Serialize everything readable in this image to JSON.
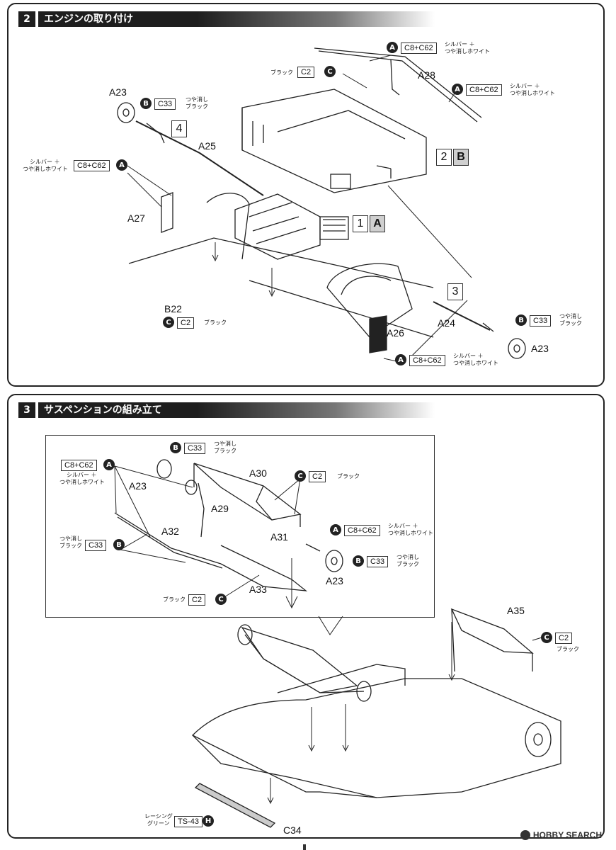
{
  "step2": {
    "number": "2",
    "title": "エンジンの取り付け",
    "parts": {
      "a23_top": "A23",
      "a25": "A25",
      "a27": "A27",
      "a28": "A28",
      "a26": "A26",
      "a24": "A24",
      "a23_right": "A23",
      "b22": "B22"
    },
    "boxes": {
      "box4": "4",
      "box2": "2",
      "boxB": "B",
      "box1": "1",
      "boxA": "A",
      "box3": "3"
    },
    "callouts": {
      "c1": {
        "letter": "A",
        "code": "C8+C62",
        "note1": "シルバー ＋",
        "note2": "つや消しホワイト"
      },
      "c2": {
        "letter": "C",
        "code": "C2",
        "note": "ブラック"
      },
      "c3": {
        "letter": "A",
        "code": "C8+C62",
        "note1": "シルバー ＋",
        "note2": "つや消しホワイト"
      },
      "c4": {
        "letter": "B",
        "code": "C33",
        "note1": "つや消し",
        "note2": "ブラック"
      },
      "c5": {
        "letter": "A",
        "code": "C8+C62",
        "note1": "シルバー ＋",
        "note2": "つや消しホワイト"
      },
      "c6": {
        "letter": "C",
        "code": "C2",
        "note": "ブラック"
      },
      "c7": {
        "letter": "B",
        "code": "C33",
        "note1": "つや消し",
        "note2": "ブラック"
      },
      "c8": {
        "letter": "A",
        "code": "C8+C62",
        "note1": "シルバー ＋",
        "note2": "つや消しホワイト"
      }
    }
  },
  "step3": {
    "number": "3",
    "title": "サスペンションの組み立て",
    "parts": {
      "a30": "A30",
      "a23_left": "A23",
      "a29": "A29",
      "a32": "A32",
      "a31": "A31",
      "a33": "A33",
      "a23_right": "A23",
      "a35": "A35",
      "c34": "C34"
    },
    "callouts": {
      "d1": {
        "letter": "B",
        "code": "C33",
        "note1": "つや消し",
        "note2": "ブラック"
      },
      "d2": {
        "letter": "A",
        "code": "C8+C62",
        "note1": "シルバー ＋",
        "note2": "つや消しホワイト"
      },
      "d3": {
        "letter": "C",
        "code": "C2",
        "note": "ブラック"
      },
      "d4": {
        "letter": "A",
        "code": "C8+C62",
        "note1": "シルバー ＋",
        "note2": "つや消しホワイト"
      },
      "d5": {
        "letter": "B",
        "code": "C33",
        "note1": "つや消し",
        "note2": "ブラック"
      },
      "d6": {
        "letter": "B",
        "code": "C33",
        "note1": "つや消し",
        "note2": "ブラック"
      },
      "d7": {
        "letter": "C",
        "code": "C2",
        "note": "ブラック"
      },
      "d8": {
        "letter": "C",
        "code": "C2",
        "note": "ブラック"
      },
      "d9": {
        "letter": "H",
        "code": "TS-43",
        "note1": "レーシング",
        "note2": "グリーン"
      }
    }
  },
  "watermark": "HOBBY SEARCH"
}
